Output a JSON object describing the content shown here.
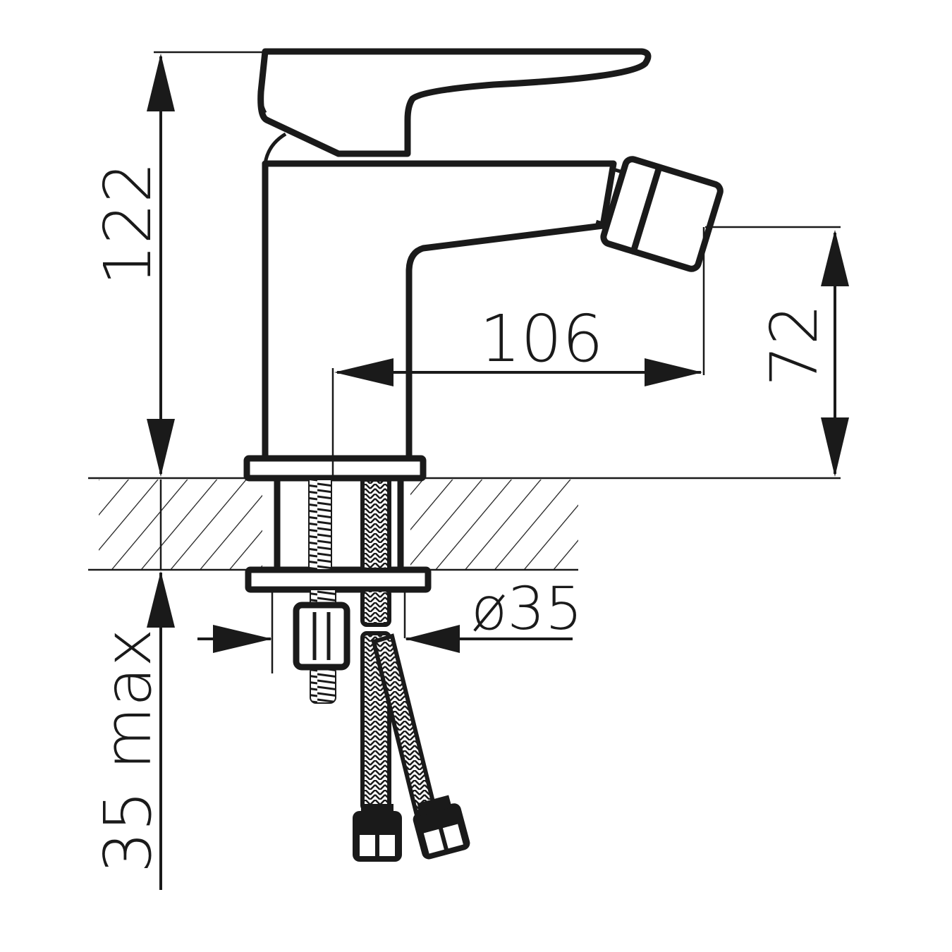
{
  "drawing": {
    "subject": "Bidet mixer faucet technical drawing",
    "units": "mm",
    "line_color": "#1a1a1a",
    "background": "#ffffff"
  },
  "dimensions": {
    "total_height": {
      "label": "122",
      "orientation": "vertical"
    },
    "spout_reach": {
      "label": "106",
      "orientation": "horizontal"
    },
    "outlet_height": {
      "label": "72",
      "orientation": "vertical"
    },
    "hole_diameter": {
      "label": "ø35",
      "orientation": "horizontal"
    },
    "max_counter_thickness": {
      "label": "35 max",
      "orientation": "vertical"
    }
  }
}
